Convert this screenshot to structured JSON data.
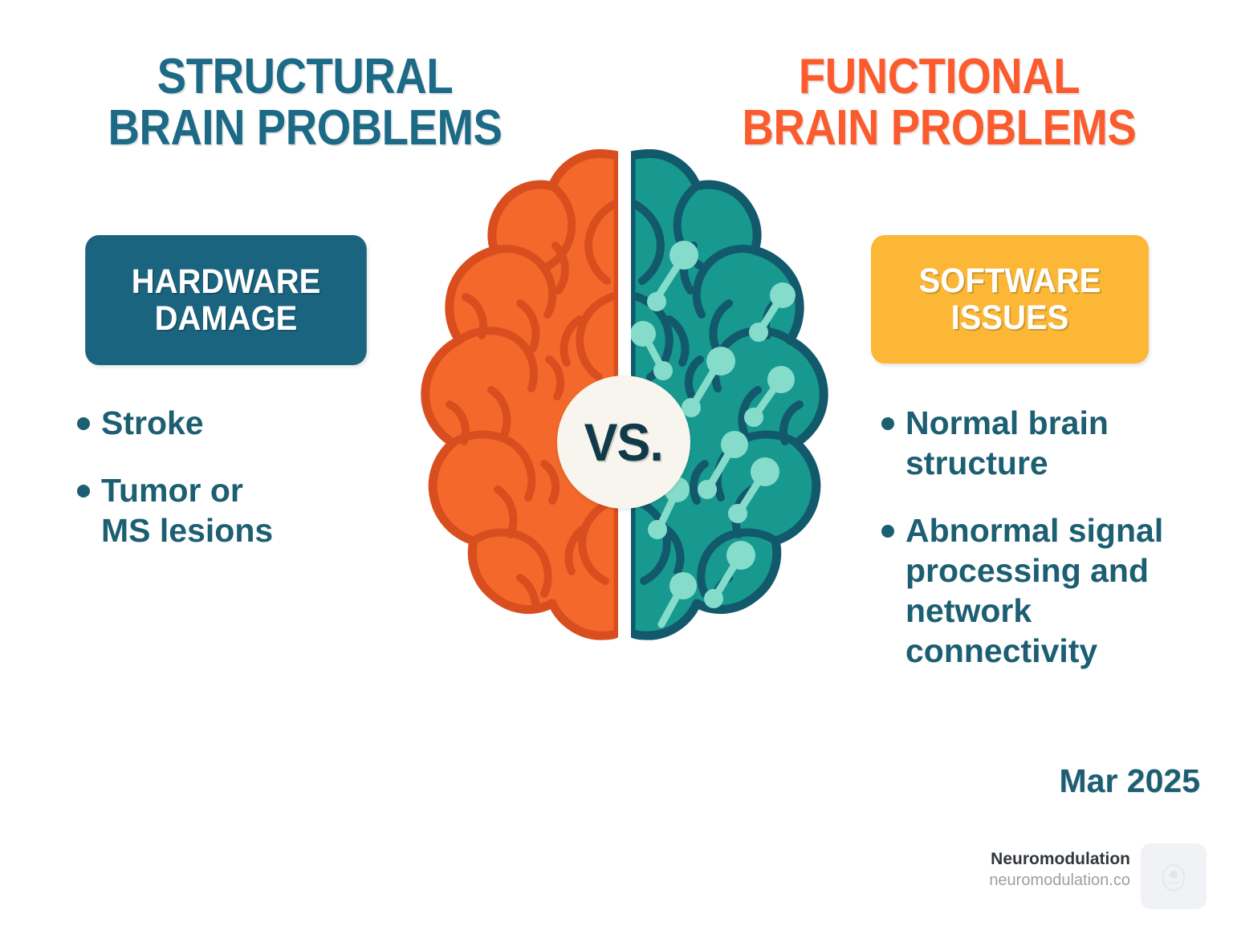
{
  "headings": {
    "left": "Structural\nBrain Problems",
    "right": "Functional\nBrain Problems"
  },
  "badges": {
    "left": "Hardware\nDamage",
    "right": "Software\nIssues"
  },
  "center": {
    "vs_label": "VS."
  },
  "lists": {
    "left": [
      "Stroke",
      "Tumor or\nMS lesions"
    ],
    "right": [
      "Normal brain\nstructure",
      "Abnormal signal\nprocessing and\nnetwork\nconnectivity"
    ]
  },
  "footer": {
    "date": "Mar 2025",
    "brand_name": "Neuromodulation",
    "brand_url": "neuromodulation.co"
  },
  "colors": {
    "title_left": "#1C6A86",
    "title_right": "#FB5B2D",
    "badge_left_bg": "#1B6480",
    "badge_right_bg": "#FBB735",
    "bullet_text": "#1C5E72",
    "brain_left_fill": "#F4692B",
    "brain_left_line": "#D94E1F",
    "brain_right_fill": "#17998F",
    "brain_right_line": "#12596B",
    "brain_node": "#86DCCB",
    "vs_circle_bg": "#F8F5EE",
    "vs_text": "#113A49",
    "page_bg": "#FFFFFF"
  }
}
